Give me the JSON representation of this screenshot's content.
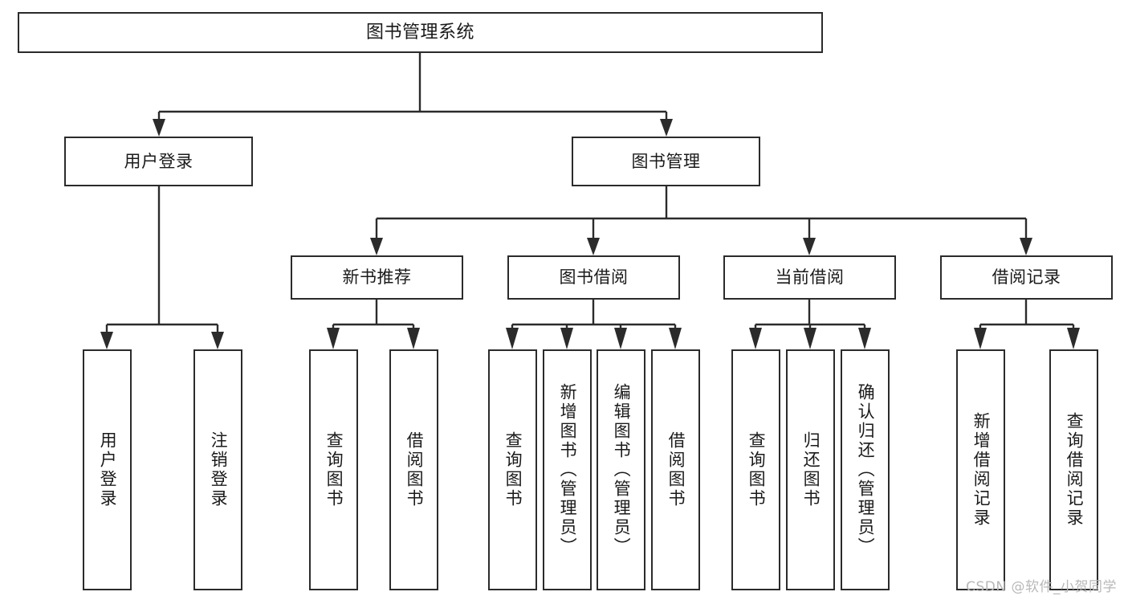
{
  "diagram": {
    "type": "hierarchy-tree",
    "title": "图书管理系统",
    "orientation": "top-down",
    "levels": 4,
    "colors": {
      "box_border": "#2b2b2b",
      "box_fill": "#ffffff",
      "connector": "#2b2b2b",
      "text": "#1a1a1a",
      "watermark": "#b8b8b8",
      "background": "#ffffff"
    }
  },
  "nodes": {
    "root": {
      "id": "root",
      "label": "图书管理系统",
      "level": 1
    },
    "level2": [
      {
        "id": "user-login",
        "label": "用户登录",
        "level": 2
      },
      {
        "id": "book-management",
        "label": "图书管理",
        "level": 2
      }
    ],
    "level3": [
      {
        "id": "new-book-recommend",
        "label": "新书推荐",
        "level": 3,
        "parent": "book-management"
      },
      {
        "id": "book-borrow",
        "label": "图书借阅",
        "level": 3,
        "parent": "book-management"
      },
      {
        "id": "current-borrow",
        "label": "当前借阅",
        "level": 3,
        "parent": "book-management"
      },
      {
        "id": "borrow-record",
        "label": "借阅记录",
        "level": 3,
        "parent": "book-management"
      }
    ],
    "leaves": [
      {
        "id": "leaf-user-login",
        "label": "用户登录",
        "parent": "user-login"
      },
      {
        "id": "leaf-logout-login",
        "label": "注销登录",
        "parent": "user-login"
      },
      {
        "id": "leaf-query-book-1",
        "label": "查询图书",
        "parent": "new-book-recommend"
      },
      {
        "id": "leaf-borrow-book-1",
        "label": "借阅图书",
        "parent": "new-book-recommend"
      },
      {
        "id": "leaf-query-book-2",
        "label": "查询图书",
        "parent": "book-borrow"
      },
      {
        "id": "leaf-add-book",
        "label": "新增图书（管理员）",
        "parent": "book-borrow"
      },
      {
        "id": "leaf-edit-book",
        "label": "编辑图书（管理员）",
        "parent": "book-borrow"
      },
      {
        "id": "leaf-borrow-book-2",
        "label": "借阅图书",
        "parent": "book-borrow"
      },
      {
        "id": "leaf-query-book-3",
        "label": "查询图书",
        "parent": "current-borrow"
      },
      {
        "id": "leaf-return-book",
        "label": "归还图书",
        "parent": "current-borrow"
      },
      {
        "id": "leaf-confirm-return",
        "label": "确认归还（管理员）",
        "parent": "current-borrow"
      },
      {
        "id": "leaf-add-record",
        "label": "新增借阅记录",
        "parent": "borrow-record"
      },
      {
        "id": "leaf-query-record",
        "label": "查询借阅记录",
        "parent": "borrow-record"
      }
    ]
  },
  "watermark": {
    "text": "CSDN @软件_小贺同学"
  }
}
